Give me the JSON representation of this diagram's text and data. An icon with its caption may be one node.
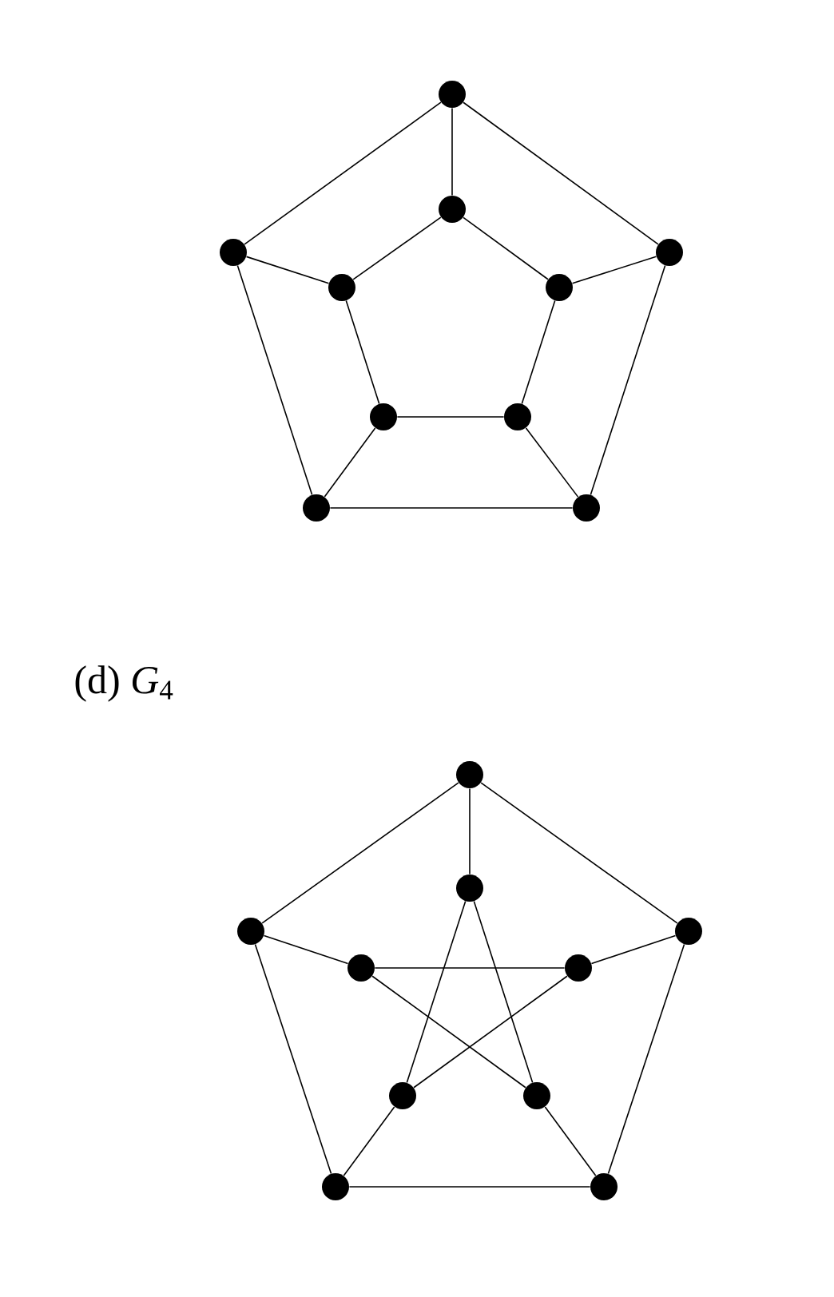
{
  "diagram": {
    "nodes": [
      {
        "text": [],
        "shape": "circle"
      },
      {
        "text": [],
        "shape": "circle"
      },
      {
        "text": [],
        "shape": "circle"
      },
      {
        "text": [],
        "shape": "circle"
      },
      {
        "text": [],
        "shape": "circle"
      },
      {
        "text": [],
        "shape": "circle"
      },
      {
        "text": [],
        "shape": "circle"
      },
      {
        "text": [],
        "shape": "circle"
      },
      {
        "text": [],
        "shape": "circle"
      },
      {
        "text": [],
        "shape": "circle"
      },
      {
        "text": [],
        "shape": "circle"
      },
      {
        "text": [],
        "shape": "circle"
      },
      {
        "text": [],
        "shape": "circle"
      },
      {
        "text": [],
        "shape": "circle"
      },
      {
        "text": [],
        "shape": "circle"
      },
      {
        "text": [],
        "shape": "circle"
      },
      {
        "text": [],
        "shape": "circle"
      },
      {
        "text": [],
        "shape": "circle"
      },
      {
        "text": [],
        "shape": "circle"
      },
      {
        "text": [],
        "shape": "circle"
      }
    ],
    "edges": [
      {
        "from": 0,
        "to": 2,
        "arrow": "none"
      },
      {
        "from": 0,
        "to": 3,
        "arrow": "none"
      },
      {
        "from": 2,
        "to": 8,
        "arrow": "none"
      },
      {
        "from": 3,
        "to": 9,
        "arrow": "none"
      },
      {
        "from": 8,
        "to": 9,
        "arrow": "none"
      },
      {
        "from": 0,
        "to": 1,
        "arrow": "none"
      },
      {
        "from": 2,
        "to": 4,
        "arrow": "none"
      },
      {
        "from": 3,
        "to": 5,
        "arrow": "none"
      },
      {
        "from": 8,
        "to": 6,
        "arrow": "none"
      },
      {
        "from": 9,
        "to": 7,
        "arrow": "none"
      },
      {
        "from": 1,
        "to": 4,
        "arrow": "none"
      },
      {
        "from": 1,
        "to": 5,
        "arrow": "none"
      },
      {
        "from": 4,
        "to": 6,
        "arrow": "none"
      },
      {
        "from": 5,
        "to": 7,
        "arrow": "none"
      },
      {
        "from": 6,
        "to": 7,
        "arrow": "none"
      },
      {
        "from": 10,
        "to": 12,
        "arrow": "none"
      },
      {
        "from": 10,
        "to": 13,
        "arrow": "none"
      },
      {
        "from": 12,
        "to": 18,
        "arrow": "none"
      },
      {
        "from": 13,
        "to": 19,
        "arrow": "none"
      },
      {
        "from": 18,
        "to": 19,
        "arrow": "none"
      },
      {
        "from": 10,
        "to": 11,
        "arrow": "none"
      },
      {
        "from": 12,
        "to": 14,
        "arrow": "none"
      },
      {
        "from": 13,
        "to": 15,
        "arrow": "none"
      },
      {
        "from": 18,
        "to": 16,
        "arrow": "none"
      },
      {
        "from": 19,
        "to": 17,
        "arrow": "none"
      },
      {
        "from": 11,
        "to": 16,
        "arrow": "none"
      },
      {
        "from": 11,
        "to": 17,
        "arrow": "none"
      },
      {
        "from": 14,
        "to": 15,
        "arrow": "none"
      },
      {
        "from": 14,
        "to": 17,
        "arrow": "none"
      },
      {
        "from": 15,
        "to": 16,
        "arrow": "none"
      }
    ],
    "labels": [
      "(d) *G*$_{4}$"
    ]
  }
}
